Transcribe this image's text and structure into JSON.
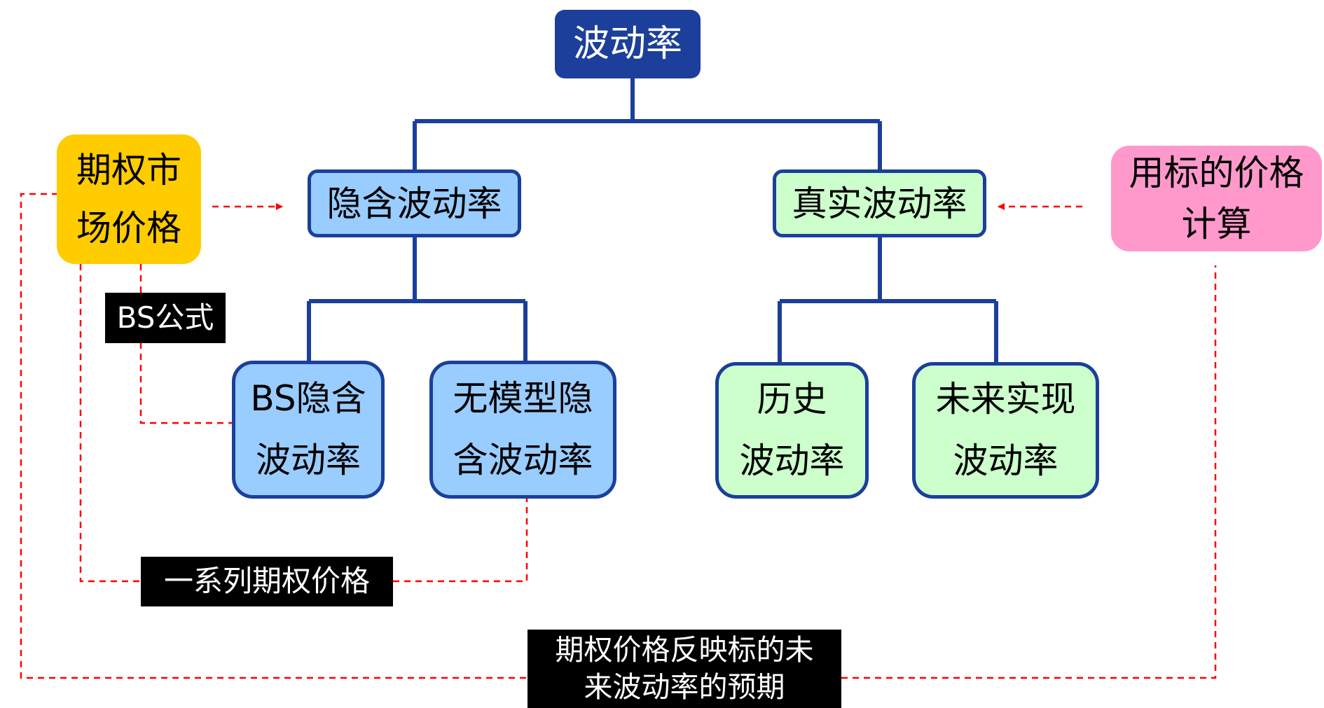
{
  "root": {
    "label": "波动率"
  },
  "branches": {
    "implied": {
      "label": "隐含波动率"
    },
    "real": {
      "label": "真实波动率"
    }
  },
  "leaves": {
    "bs_implied": {
      "lines": [
        "BS隐含",
        "波动率"
      ]
    },
    "model_free": {
      "lines": [
        "无模型隐",
        "含波动率"
      ]
    },
    "historical": {
      "lines": [
        "历史",
        "波动率"
      ]
    },
    "realized": {
      "lines": [
        "未来实现",
        "波动率"
      ]
    }
  },
  "sources": {
    "option_market": {
      "lines": [
        "期权市",
        "场价格"
      ]
    },
    "underlying": {
      "lines": [
        "用标的价格",
        "计算"
      ]
    }
  },
  "labels": {
    "bs_formula": "BS公式",
    "option_series": "一系列期权价格",
    "reflection": {
      "lines": [
        "期权价格反映标的未",
        "来波动率的预期"
      ]
    }
  },
  "colors": {
    "root_fill": "#1b3f9a",
    "tree_line": "#1b3f9a",
    "implied_fill": "#99ccff",
    "real_fill": "#ccffcc",
    "option_market_fill": "#ffcc00",
    "underlying_fill": "#ff99cc",
    "dashed_line": "#ff0000",
    "label_fill": "#000000"
  }
}
